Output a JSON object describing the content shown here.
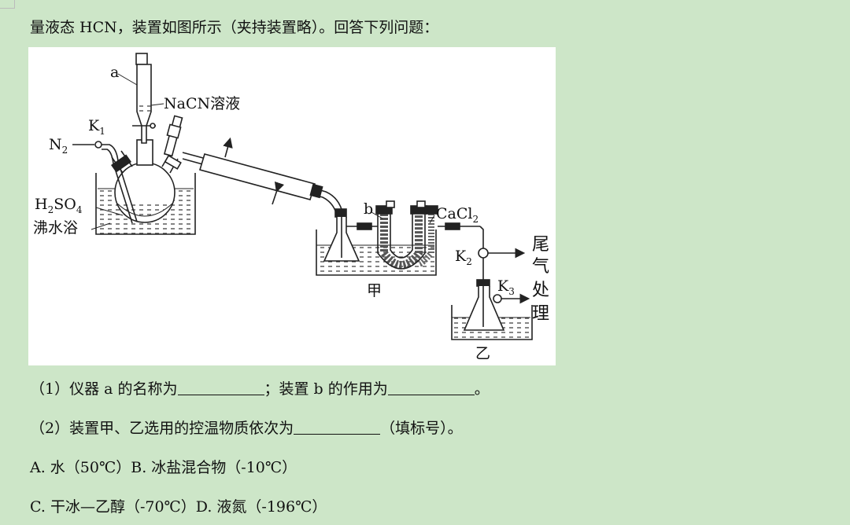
{
  "intro": "量液态 HCN，装置如图所示（夹持装置略）。回答下列问题：",
  "figure": {
    "label_a": "a",
    "label_nacn": "NaCN溶液",
    "label_k1": "K",
    "label_k1_sub": "1",
    "label_n2": "N",
    "label_n2_sub": "2",
    "label_h2so4_h": "H",
    "label_h2so4_2": "2",
    "label_h2so4_so": "SO",
    "label_h2so4_4": "4",
    "label_bath": "沸水浴",
    "label_b": "b",
    "label_cacl2": "CaCl",
    "label_cacl2_sub": "2",
    "label_k2": "K",
    "label_k2_sub": "2",
    "label_k3": "K",
    "label_k3_sub": "3",
    "label_jia": "甲",
    "label_yi": "乙",
    "label_tail1": "尾",
    "label_tail2": "气",
    "label_tail3": "处",
    "label_tail4": "理"
  },
  "q1": {
    "part1": "（1）仪器 a 的名称为",
    "part2": "；装置 b 的作用为",
    "part3": "。"
  },
  "q2": {
    "part1": "（2）装置甲、乙选用的控温物质依次为",
    "part2": "（填标号）。"
  },
  "options": {
    "ab": "A. 水（50℃）B. 冰盐混合物（-10℃）",
    "cd": "C. 干冰—乙醇（-70℃）D. 液氮（-196℃）"
  }
}
